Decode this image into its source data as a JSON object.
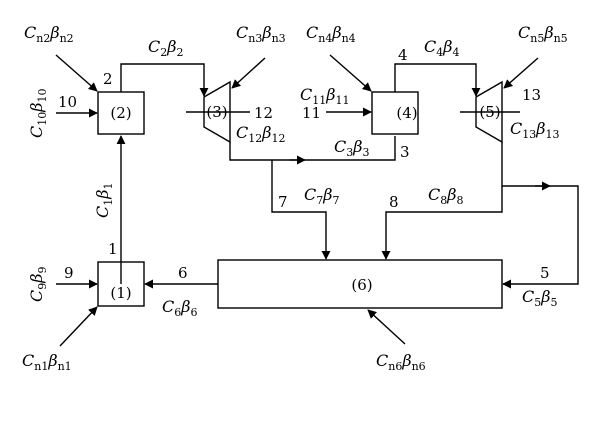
{
  "blocks": [
    {
      "id": "1",
      "label": "(1)"
    },
    {
      "id": "2",
      "label": "(2)"
    },
    {
      "id": "3",
      "label": "(3)"
    },
    {
      "id": "4",
      "label": "(4)"
    },
    {
      "id": "5",
      "label": "(5)"
    },
    {
      "id": "6",
      "label": "(6)"
    }
  ],
  "stream_numbers": [
    "1",
    "2",
    "3",
    "4",
    "5",
    "6",
    "7",
    "8",
    "9",
    "10",
    "11",
    "12",
    "13"
  ],
  "stream_labels": {
    "s1": {
      "c": "1",
      "b": "1"
    },
    "s2": {
      "c": "2",
      "b": "2"
    },
    "s3": {
      "c": "3",
      "b": "3"
    },
    "s4": {
      "c": "4",
      "b": "4"
    },
    "s5": {
      "c": "5",
      "b": "5"
    },
    "s6": {
      "c": "6",
      "b": "6"
    },
    "s7": {
      "c": "7",
      "b": "7"
    },
    "s8": {
      "c": "8",
      "b": "8"
    },
    "s9": {
      "c": "9",
      "b": "9"
    },
    "s10": {
      "c": "10",
      "b": "10"
    },
    "s11": {
      "c": "11",
      "b": "11"
    },
    "s12": {
      "c": "12",
      "b": "12"
    },
    "s13": {
      "c": "13",
      "b": "13"
    },
    "n1": {
      "c": "n1",
      "b": "n1"
    },
    "n2": {
      "c": "n2",
      "b": "n2"
    },
    "n3": {
      "c": "n3",
      "b": "n3"
    },
    "n4": {
      "c": "n4",
      "b": "n4"
    },
    "n5": {
      "c": "n5",
      "b": "n5"
    },
    "n6": {
      "c": "n6",
      "b": "n6"
    }
  },
  "symbols": {
    "cost": "C",
    "beta": "β"
  }
}
